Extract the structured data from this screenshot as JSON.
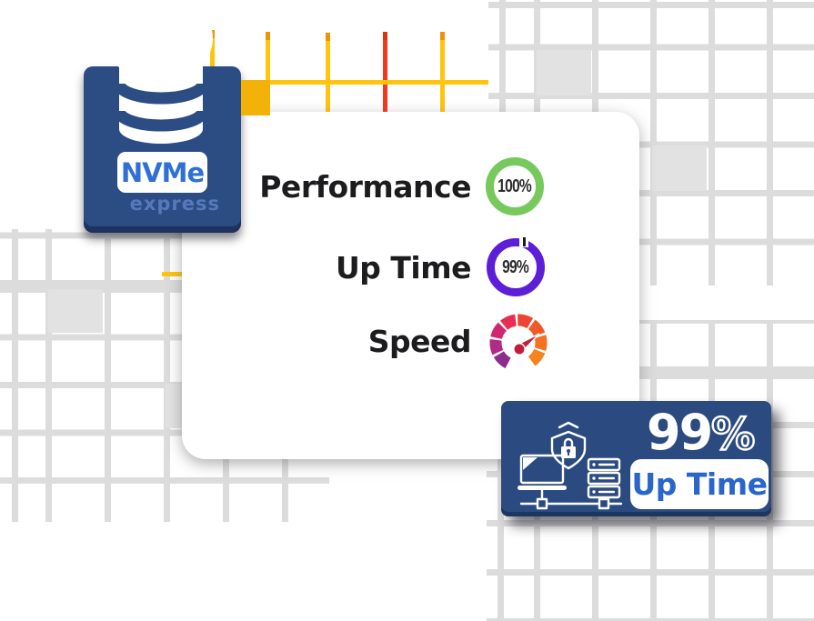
{
  "background": {
    "grid_color": "#dcdcdc",
    "grid_cell_fill": "#e2e2e2"
  },
  "decor": {
    "circuit_line_color": "#ffc40e",
    "circuit_accent_color": "#f5381c",
    "circuit_square_color": "#f3b208"
  },
  "nvme_card": {
    "bg_color": "#2c4c84",
    "icon": "database-cloud-icon",
    "title": "NVMe",
    "title_color": "#2f6fd6",
    "subtitle": "express"
  },
  "metrics_card": {
    "rows": [
      {
        "label": "Performance",
        "value": "100%",
        "ring_color": "#77c95e",
        "icon": "progress-ring-icon"
      },
      {
        "label": "Up Time",
        "value": "99%",
        "ring_color": "#5c1ed6",
        "icon": "progress-ring-icon"
      },
      {
        "label": "Speed",
        "icon": "speedometer-icon"
      }
    ]
  },
  "uptime_card": {
    "bg_color": "#2b4b80",
    "icon": "secure-network-icon",
    "value": "99",
    "unit": "%",
    "label": "Up Time",
    "label_color": "#2a65c9"
  }
}
